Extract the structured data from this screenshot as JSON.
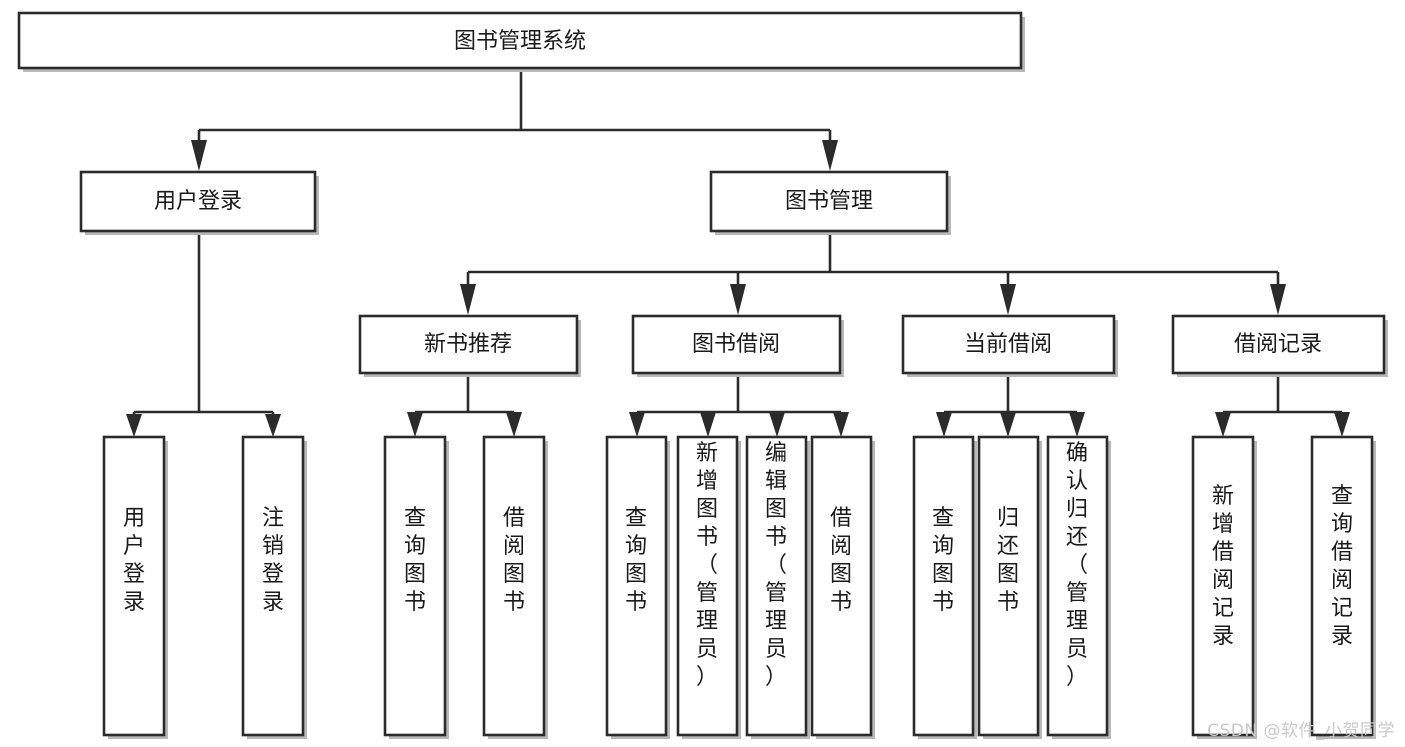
{
  "diagram": {
    "title": "图书管理系统",
    "type": "hierarchy-tree",
    "watermark": "CSDN @软件_小贺同学",
    "colors": {
      "box_stroke": "#2b2b2b",
      "box_fill": "#ffffff",
      "text": "#1a1a1a",
      "shadow": "#b8b8b8",
      "watermark": "#c9c9c9",
      "background": "#ffffff"
    },
    "levels": {
      "root": {
        "label": "图书管理系统"
      },
      "level1": [
        {
          "label": "用户登录"
        },
        {
          "label": "图书管理"
        }
      ],
      "level2": [
        {
          "label": "新书推荐"
        },
        {
          "label": "图书借阅"
        },
        {
          "label": "当前借阅"
        },
        {
          "label": "借阅记录"
        }
      ],
      "leaves": {
        "user_login": [
          {
            "label": "用户登录"
          },
          {
            "label": "注销登录"
          }
        ],
        "new_book_recommend": [
          {
            "label": "查询图书"
          },
          {
            "label": "借阅图书"
          }
        ],
        "book_borrow": [
          {
            "label": "查询图书"
          },
          {
            "label": "新增图书（管理员）"
          },
          {
            "label": "编辑图书（管理员）"
          },
          {
            "label": "借阅图书"
          }
        ],
        "current_borrow": [
          {
            "label": "查询图书"
          },
          {
            "label": "归还图书"
          },
          {
            "label": "确认归还（管理员）"
          }
        ],
        "borrow_record": [
          {
            "label": "新增借阅记录"
          },
          {
            "label": "查询借阅记录"
          }
        ]
      }
    }
  }
}
